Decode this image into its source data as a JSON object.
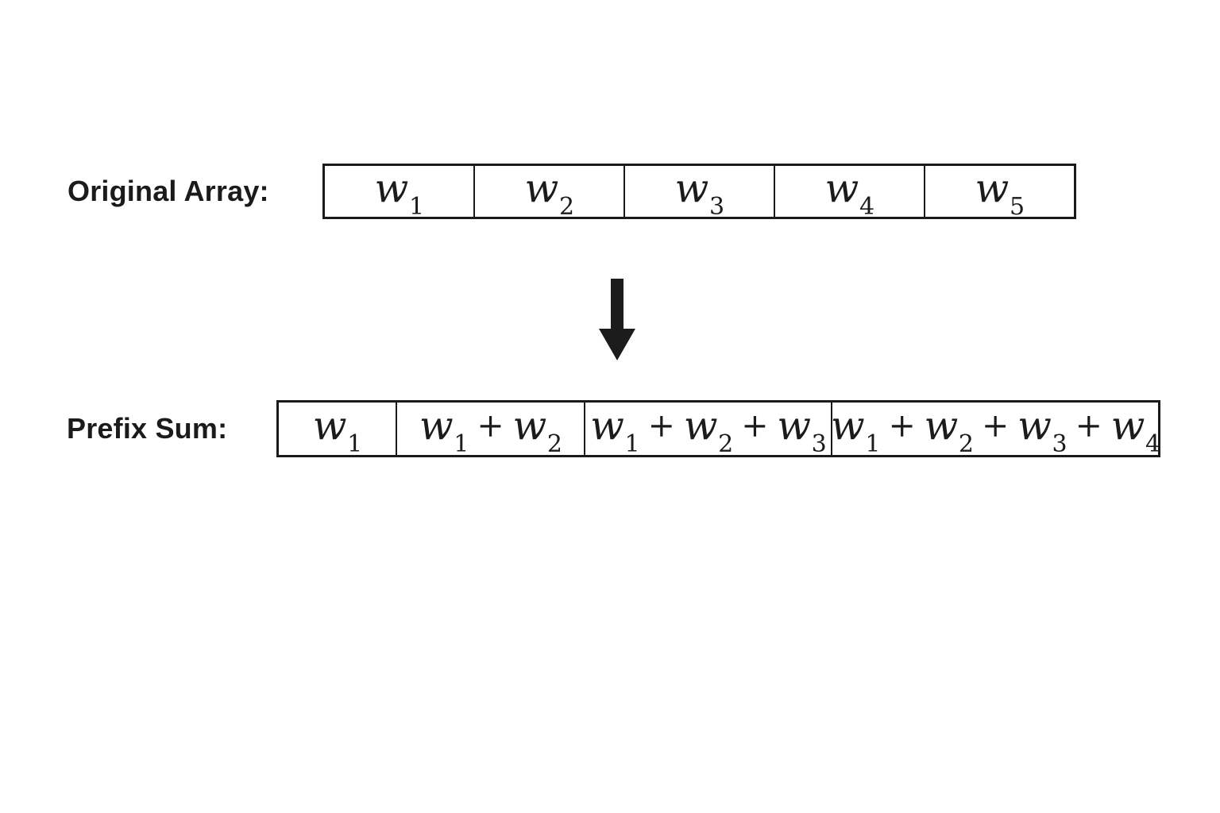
{
  "colors": {
    "background": "#ffffff",
    "ink": "#1b1b1b",
    "border": "#1a1a1a",
    "arrow": "#1c1c1c"
  },
  "plus": "+",
  "original_array": {
    "label": "Original Array:",
    "cells": [
      {
        "flex": 190,
        "terms": [
          {
            "base": "w",
            "sub": "1"
          }
        ]
      },
      {
        "flex": 190,
        "terms": [
          {
            "base": "w",
            "sub": "2"
          }
        ]
      },
      {
        "flex": 190,
        "terms": [
          {
            "base": "w",
            "sub": "3"
          }
        ]
      },
      {
        "flex": 190,
        "terms": [
          {
            "base": "w",
            "sub": "4"
          }
        ]
      },
      {
        "flex": 190,
        "terms": [
          {
            "base": "w",
            "sub": "5"
          }
        ]
      }
    ]
  },
  "arrow": {
    "icon": "down-arrow"
  },
  "prefix_sum": {
    "label": "Prefix Sum:",
    "cells": [
      {
        "flex": 149,
        "terms": [
          {
            "base": "w",
            "sub": "1"
          }
        ]
      },
      {
        "flex": 237,
        "terms": [
          {
            "base": "w",
            "sub": "1"
          },
          {
            "base": "w",
            "sub": "2"
          }
        ]
      },
      {
        "flex": 313,
        "terms": [
          {
            "base": "w",
            "sub": "1"
          },
          {
            "base": "w",
            "sub": "2"
          },
          {
            "base": "w",
            "sub": "3"
          }
        ]
      },
      {
        "flex": 414,
        "terms": [
          {
            "base": "w",
            "sub": "1"
          },
          {
            "base": "w",
            "sub": "2"
          },
          {
            "base": "w",
            "sub": "3"
          },
          {
            "base": "w",
            "sub": "4"
          }
        ]
      }
    ]
  }
}
